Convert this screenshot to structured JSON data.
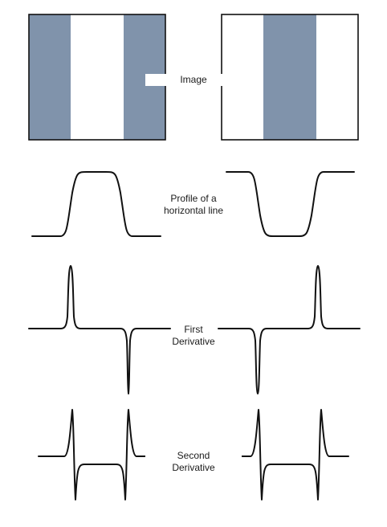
{
  "labels": {
    "image": "Image",
    "profile": [
      "Profile of a",
      "horizontal line"
    ],
    "first": [
      "First",
      "Derivative"
    ],
    "second": [
      "Second",
      "Derivative"
    ]
  },
  "colors": {
    "band": "#8093ab",
    "line": "#111111",
    "background": "#ffffff"
  }
}
